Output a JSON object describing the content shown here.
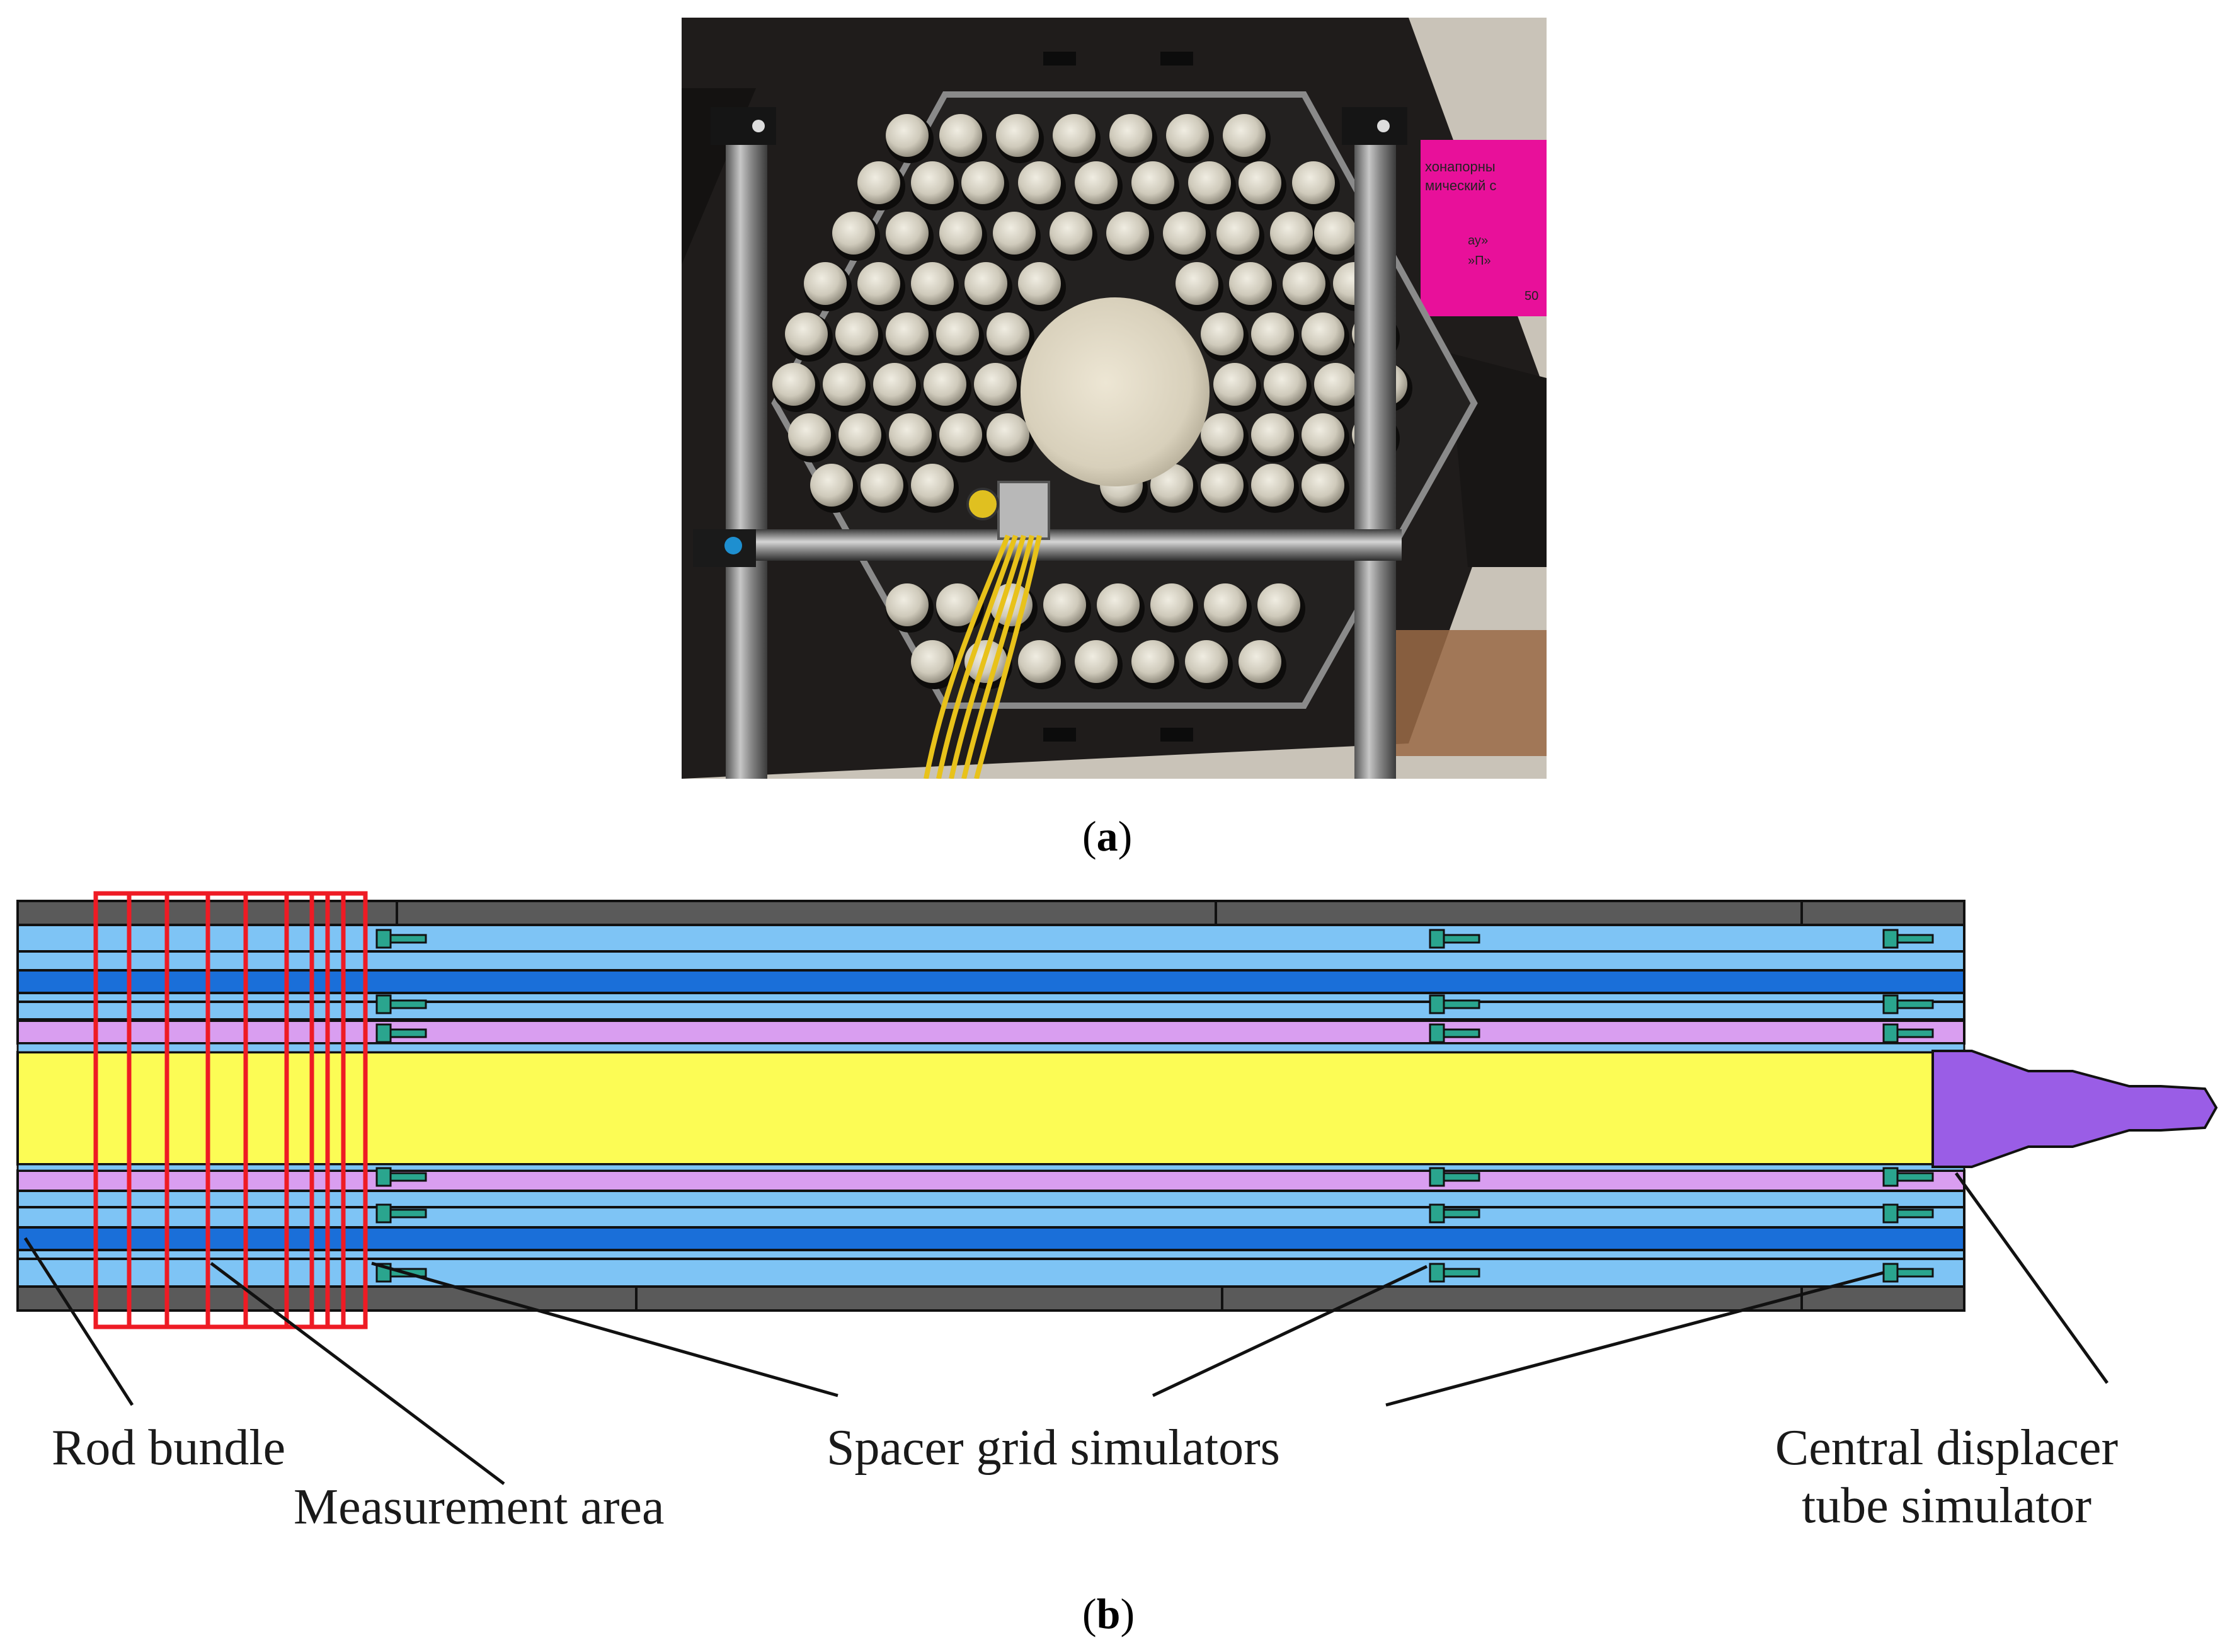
{
  "captions": {
    "a_open": "(",
    "a_letter": "a",
    "a_close": ")",
    "b_open": "(",
    "b_letter": "b",
    "b_close": ")"
  },
  "photo": {
    "sign_lines": [
      "хонапорны",
      "мический с",
      "ау»",
      "»П»",
      "50"
    ]
  },
  "labels": {
    "rod_bundle": "Rod bundle",
    "measurement_area": "Measurement area",
    "spacer_grid_simulators": "Spacer grid simulators",
    "central_displacer_line1": "Central displacer",
    "central_displacer_line2": "tube simulator"
  },
  "colors": {
    "light_blue": "#7ec4f5",
    "dark_blue": "#1a6fd9",
    "pink": "#d99ef0",
    "yellow": "#fcfc55",
    "purple": "#9a5de6",
    "gray": "#5a5a5a",
    "teal": "#2aa58e",
    "red": "#ee1b24",
    "magenta": "#e8109a"
  }
}
